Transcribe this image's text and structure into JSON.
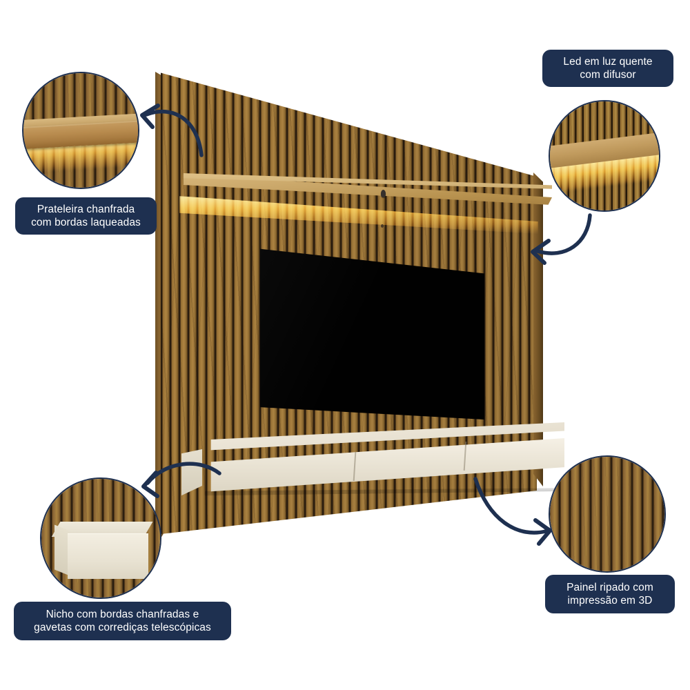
{
  "page": {
    "title": "Painel ripado para TV com LED - infográfico de características",
    "background_color": "#ffffff",
    "accent_color": "#1e3050",
    "wood_color": "#a37b3b",
    "wood_groove_color": "#2b1d0e",
    "lacquer_color": "#efe9dc",
    "led_color": "#ffb234",
    "screen_color": "#010101"
  },
  "callouts": [
    {
      "id": "shelf",
      "label": "Prateleira chanfrada\ncom bordas laqueadas",
      "detail_icon": "shelf-with-led-detail-icon",
      "arrow_direction": "left"
    },
    {
      "id": "led",
      "label": "Led em luz quente\ncom difusor",
      "detail_icon": "led-diffuser-detail-icon",
      "arrow_direction": "left"
    },
    {
      "id": "niche",
      "label": "Nicho com bordas chanfradas e\ngavetas com corrediças telescópicas",
      "detail_icon": "drawer-niche-detail-icon",
      "arrow_direction": "left"
    },
    {
      "id": "panel",
      "label": "Painel ripado com\nimpressão em 3D",
      "detail_icon": "slatted-panel-detail-icon",
      "arrow_direction": "right"
    }
  ],
  "product": {
    "name": "painel-ripado-com-tv",
    "parts": {
      "panel": "painel-ripado",
      "shelf": "prateleira-chanfrada",
      "led_strip": "fita-led-luz-quente",
      "tv": "tv-screen",
      "drawer_unit": "nicho-com-gavetas",
      "drawer_count": 3
    }
  }
}
